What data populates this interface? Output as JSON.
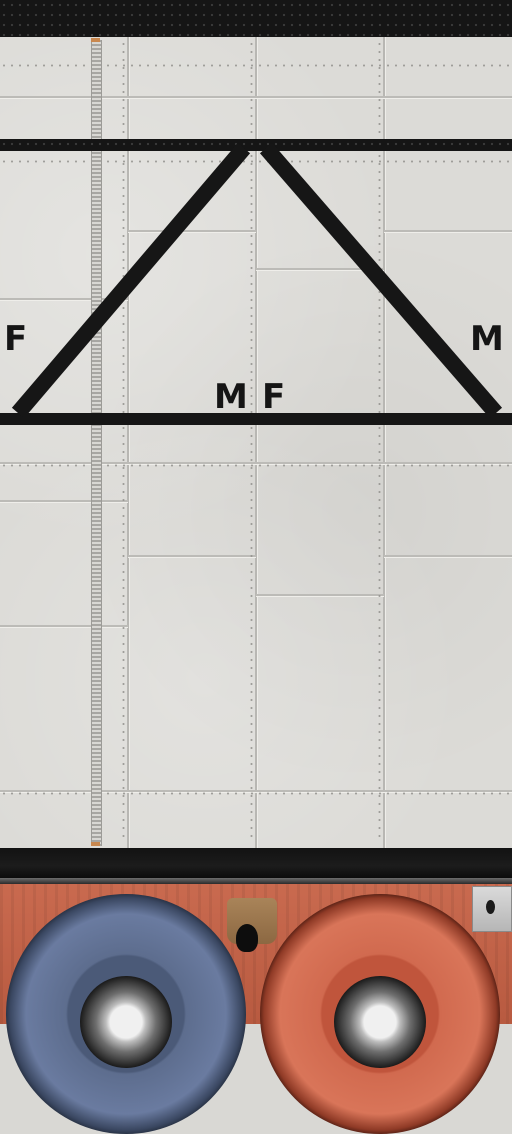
{
  "labels": {
    "left": "F",
    "right": "M",
    "center_left": "M",
    "center_right": "F"
  },
  "colors": {
    "panel": "#dcdbd7",
    "beam": "#161616",
    "rust": "#c96a4f",
    "wheel_blue": "#5d6d8e",
    "wheel_red": "#d16a4f"
  },
  "icons": {
    "ladder": "ladder-icon",
    "wheel_left": "wheel-icon",
    "wheel_right": "wheel-icon",
    "tag": "tag-icon"
  }
}
